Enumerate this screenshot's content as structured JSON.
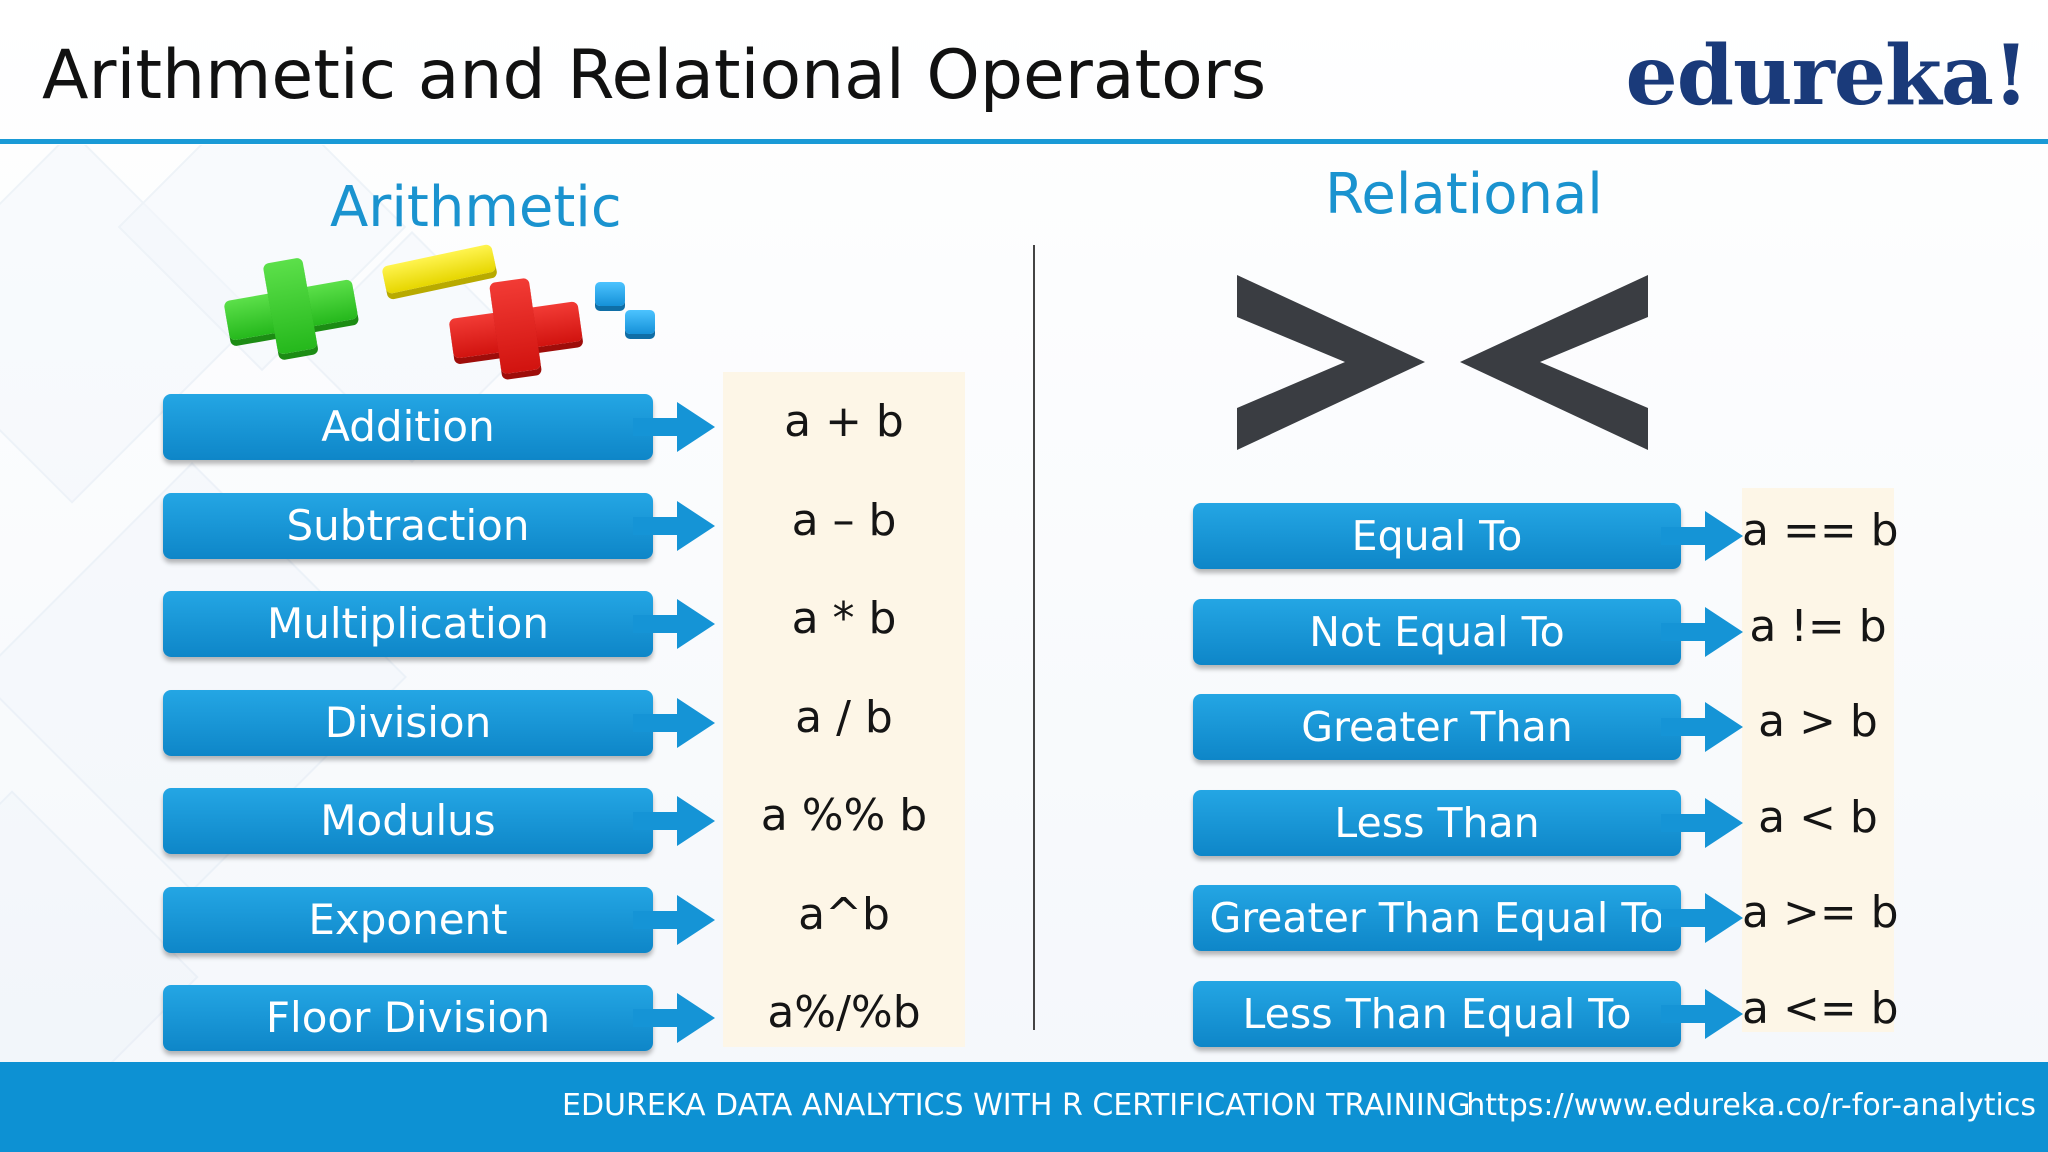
{
  "slide": {
    "title": "Arithmetic and Relational Operators",
    "logo": "edureka!"
  },
  "arithmetic": {
    "heading": "Arithmetic",
    "operators": [
      {
        "label": "Addition",
        "expression": "a + b"
      },
      {
        "label": "Subtraction",
        "expression": "a – b"
      },
      {
        "label": "Multiplication",
        "expression": "a * b"
      },
      {
        "label": "Division",
        "expression": "a / b"
      },
      {
        "label": "Modulus",
        "expression": "a %% b"
      },
      {
        "label": "Exponent",
        "expression": "a^b"
      },
      {
        "label": "Floor Division",
        "expression": "a%/%b"
      }
    ]
  },
  "relational": {
    "heading": "Relational",
    "operators": [
      {
        "label": "Equal To",
        "expression": "a == b"
      },
      {
        "label": "Not Equal To",
        "expression": "a != b"
      },
      {
        "label": "Greater Than",
        "expression": "a > b"
      },
      {
        "label": "Less Than",
        "expression": "a < b"
      },
      {
        "label": "Greater Than Equal To",
        "expression": "a >= b"
      },
      {
        "label": "Less Than Equal To",
        "expression": "a <= b"
      }
    ]
  },
  "footer": {
    "course": "EDUREKA DATA ANALYTICS WITH R CERTIFICATION TRAINING",
    "url": "https://www.edureka.co/r-for-analytics"
  },
  "colors": {
    "accent_blue": "#1a9ad6",
    "label_blue": "#1896d8",
    "footer_blue": "#0d91d3",
    "logo_navy": "#1a3a7a",
    "expression_panel": "#fdf6e7",
    "symbol_gray": "#3a3d42"
  },
  "icons": [
    "arrow-right-icon",
    "plus-icon",
    "minus-icon",
    "greater-than-icon",
    "less-than-icon"
  ]
}
